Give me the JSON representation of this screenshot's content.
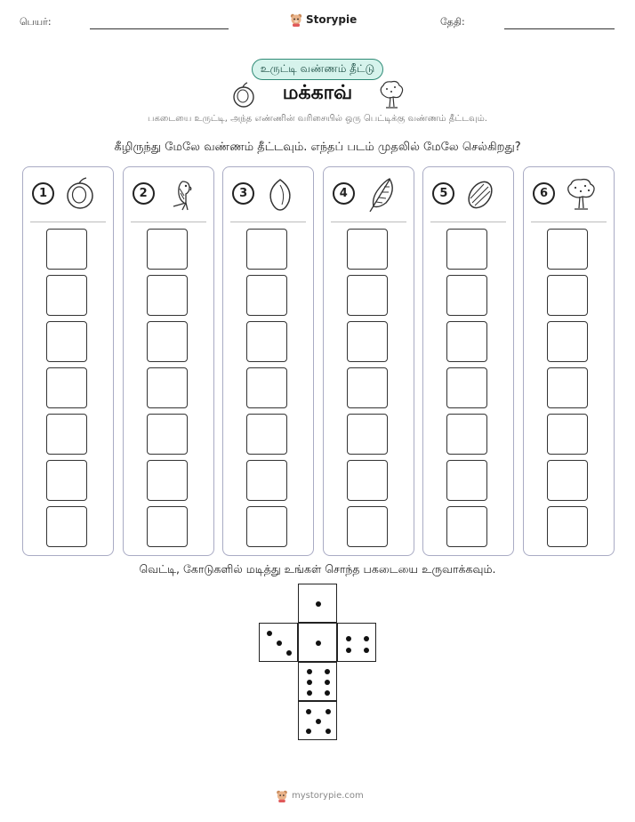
{
  "header": {
    "name_label": "பெயர்:",
    "brand": "Storypie",
    "date_label": "தேதி:"
  },
  "badge": "உருட்டி வண்ணம் தீட்டு",
  "title": "மக்காவ்",
  "subtitle": "பகடையை உருட்டி, அந்த எண்ணின் வரிசையில் ஒரு பெட்டிக்கு வண்ணம் தீட்டவும்.",
  "question": "கீழிருந்து மேலே வண்ணம் தீட்டவும். எந்தப் படம் முதலில் மேலே செல்கிறது?",
  "columns": [
    {
      "number": "1",
      "icon": "plum-icon"
    },
    {
      "number": "2",
      "icon": "parrot-icon"
    },
    {
      "number": "3",
      "icon": "seed-icon"
    },
    {
      "number": "4",
      "icon": "feather-icon"
    },
    {
      "number": "5",
      "icon": "nut-icon"
    },
    {
      "number": "6",
      "icon": "tree-icon"
    }
  ],
  "boxes_per_column": 7,
  "dice_instruction": "வெட்டி, கோடுகளில் மடித்து உங்கள் சொந்த பகடையை உருவாக்கவும்.",
  "dice_faces": [
    1,
    3,
    1,
    4,
    6,
    5
  ],
  "footer": "mystorypie.com"
}
